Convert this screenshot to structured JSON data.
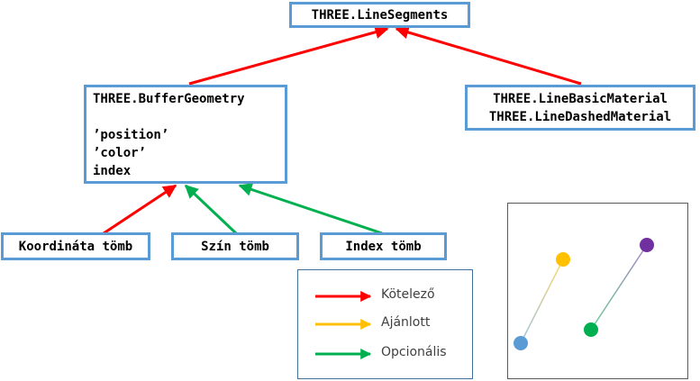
{
  "nodes": {
    "line_segments": {
      "label": "THREE.LineSegments"
    },
    "buffer_geometry": {
      "title": "THREE.BufferGeometry",
      "attributes": [
        "’position’",
        "’color’",
        "index"
      ]
    },
    "materials": {
      "lines": [
        "THREE.LineBasicMaterial",
        "THREE.LineDashedMaterial"
      ]
    },
    "koordinata": {
      "label": "Koordináta tömb"
    },
    "szin": {
      "label": "Szín tömb"
    },
    "index_tomb": {
      "label": "Index tömb"
    }
  },
  "legend": {
    "items": [
      {
        "label": "Kötelező",
        "color": "#ff0000"
      },
      {
        "label": "Ajánlott",
        "color": "#ffc000"
      },
      {
        "label": "Opcionális",
        "color": "#00b050"
      }
    ]
  },
  "colors": {
    "required": "#ff0000",
    "recommended": "#ffc000",
    "optional": "#00b050",
    "box_border": "#5b9bd5"
  },
  "preview": {
    "points": [
      {
        "color": "#5b9bd5"
      },
      {
        "color": "#ffc000"
      },
      {
        "color": "#00b050"
      },
      {
        "color": "#7030a0"
      }
    ]
  }
}
